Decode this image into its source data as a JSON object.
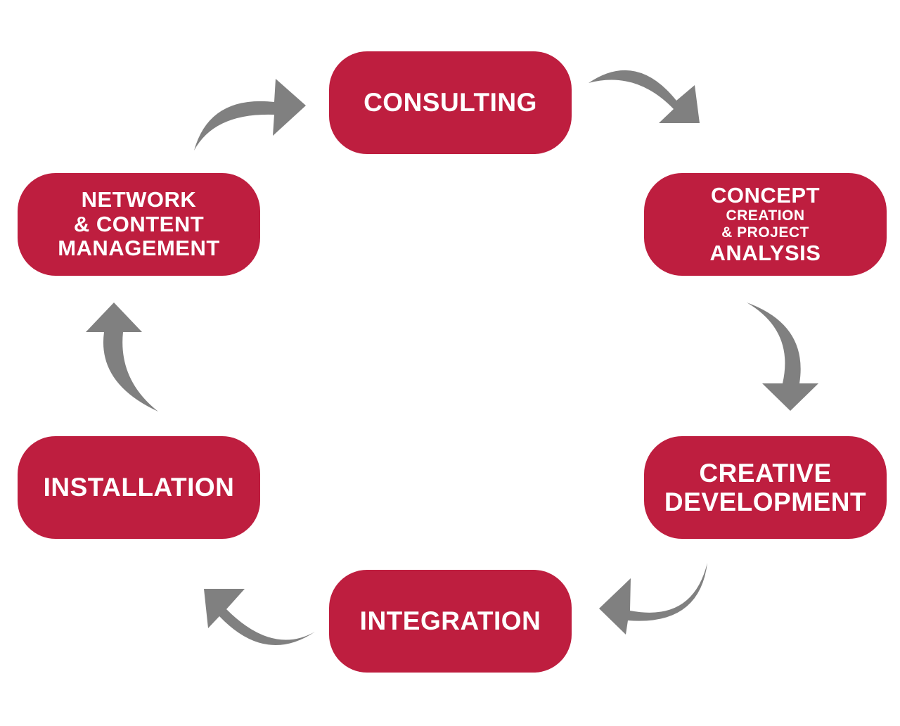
{
  "colors": {
    "node_fill": "#be1e3f",
    "node_text": "#ffffff",
    "arrow": "#808080",
    "background": "#ffffff"
  },
  "nodes": {
    "consulting": {
      "lines": [
        "CONSULTING"
      ]
    },
    "concept": {
      "lines": [
        "CONCEPT",
        "CREATION",
        "& PROJECT",
        "ANALYSIS"
      ]
    },
    "creative": {
      "lines": [
        "CREATIVE",
        "DEVELOPMENT"
      ]
    },
    "integration": {
      "lines": [
        "INTEGRATION"
      ]
    },
    "installation": {
      "lines": [
        "INSTALLATION"
      ]
    },
    "network": {
      "lines": [
        "NETWORK",
        "& CONTENT",
        "MANAGEMENT"
      ]
    }
  },
  "flow": [
    {
      "from": "consulting",
      "to": "concept"
    },
    {
      "from": "concept",
      "to": "creative"
    },
    {
      "from": "creative",
      "to": "integration"
    },
    {
      "from": "integration",
      "to": "installation"
    },
    {
      "from": "installation",
      "to": "network"
    },
    {
      "from": "network",
      "to": "consulting"
    }
  ]
}
